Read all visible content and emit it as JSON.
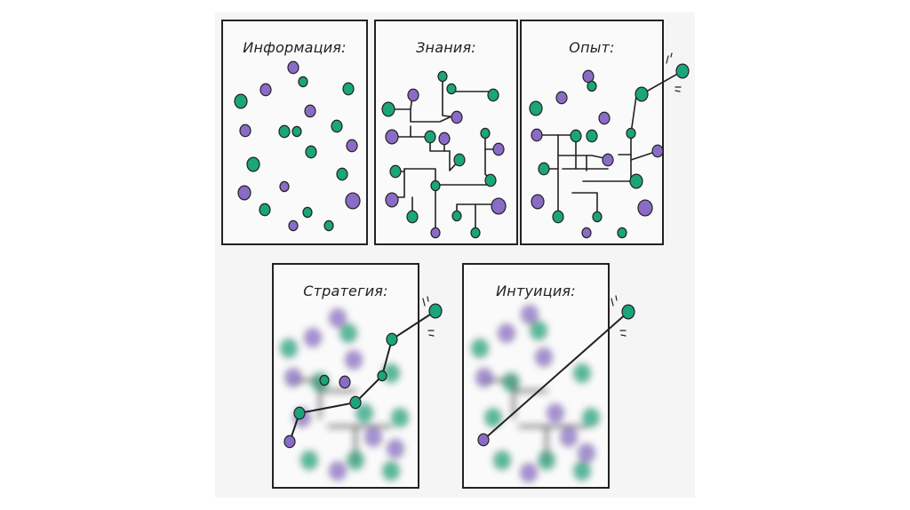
{
  "panels": {
    "information": {
      "title": "Информация:"
    },
    "knowledge": {
      "title": "Знания:"
    },
    "experience": {
      "title": "Опыт:"
    },
    "strategy": {
      "title": "Стратегия:"
    },
    "intuition": {
      "title": "Интуиция:"
    }
  },
  "colors": {
    "green": "#1aa57a",
    "purple": "#8a6cc7",
    "ink": "#222222",
    "paper": "#fafafa"
  }
}
